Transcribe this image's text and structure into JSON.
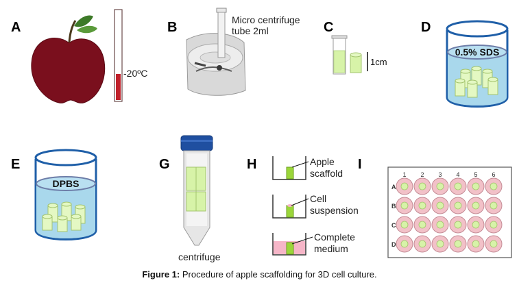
{
  "panels": {
    "a": {
      "letter": "A",
      "temperature": "-20ºC"
    },
    "b": {
      "letter": "B",
      "tube_label_line1": "Micro centrifuge",
      "tube_label_line2": "tube 2ml"
    },
    "c": {
      "letter": "C",
      "scale_label": "1cm"
    },
    "d": {
      "letter": "D",
      "solution_label": "0.5% SDS"
    },
    "e": {
      "letter": "E",
      "solution_label": "DPBS"
    },
    "g": {
      "letter": "G",
      "centrifuge_label": "centrifuge"
    },
    "h": {
      "letter": "H",
      "wells": [
        {
          "line1": "Apple",
          "line2": "scaffold"
        },
        {
          "line1": "Cell",
          "line2": "suspension"
        },
        {
          "line1": "Complete",
          "line2": "medium"
        }
      ]
    },
    "i": {
      "letter": "I",
      "columns": [
        "1",
        "2",
        "3",
        "4",
        "5",
        "6"
      ],
      "rows": [
        "A",
        "B",
        "C",
        "D"
      ]
    }
  },
  "caption": {
    "label": "Figure 1:",
    "text": "Procedure of apple scaffolding for 3D cell culture."
  },
  "colors": {
    "apple_red": "#7a0f1d",
    "leaf_green": "#3d7a28",
    "scaffold_green": "#d7f3a8",
    "liquid_blue": "#a9d8ec",
    "beaker_blue": "#1f5fa8",
    "well_pink": "#f2c1c8",
    "medium_pink": "#f6b6c8",
    "thermometer_red": "#c0202a"
  }
}
